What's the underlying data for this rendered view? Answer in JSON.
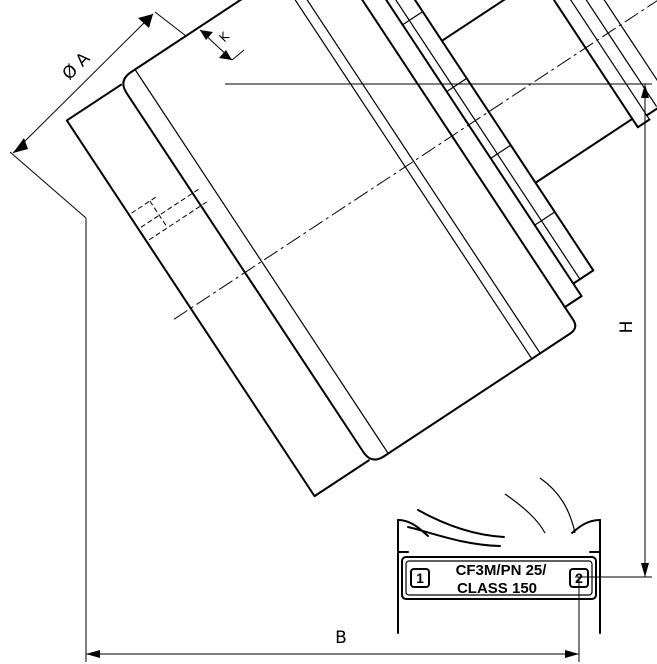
{
  "dimensions": {
    "diameter_a": "Ø A",
    "k": "K",
    "height": "H",
    "width": "B"
  },
  "nameplate": {
    "line1": "CF3M/PN 25/",
    "line2": "CLASS 150"
  },
  "ports": {
    "inlet": "1",
    "outlet": "2"
  }
}
